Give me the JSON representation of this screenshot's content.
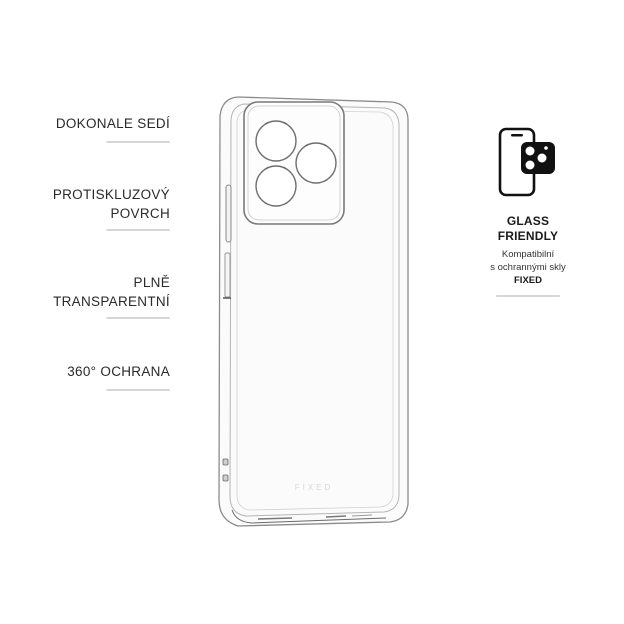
{
  "features": [
    {
      "lines": [
        "DOKONALE SEDÍ"
      ]
    },
    {
      "lines": [
        "PROTISKLUZOVÝ",
        "POVRCH"
      ]
    },
    {
      "lines": [
        "PLNĚ",
        "TRANSPARENTNÍ"
      ]
    },
    {
      "lines": [
        "360° OCHRANA"
      ]
    }
  ],
  "product": {
    "name": "clear-phone-case",
    "logo_text": "FIXED",
    "colors": {
      "outline": "#9a9a9a",
      "outline_dark": "#6e6e6e",
      "fill": "#fbfbfb"
    }
  },
  "badge": {
    "icon": "phone-with-camera-glass-icon",
    "title_lines": [
      "GLASS",
      "FRIENDLY"
    ],
    "desc_lines": [
      "Kompatibilní",
      "s ochrannými skly"
    ],
    "brand": "FIXED"
  },
  "colors": {
    "text": "#2a2a2a",
    "divider": "#d6d6d6",
    "background": "#ffffff"
  }
}
